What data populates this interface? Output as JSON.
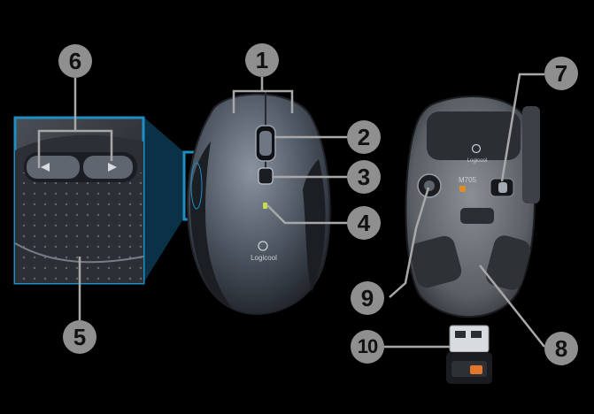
{
  "callouts": [
    {
      "id": "1",
      "label": "1"
    },
    {
      "id": "2",
      "label": "2"
    },
    {
      "id": "3",
      "label": "3"
    },
    {
      "id": "4",
      "label": "4"
    },
    {
      "id": "5",
      "label": "5"
    },
    {
      "id": "6",
      "label": "6"
    },
    {
      "id": "7",
      "label": "7"
    },
    {
      "id": "8",
      "label": "8"
    },
    {
      "id": "9",
      "label": "9"
    },
    {
      "id": "10",
      "label": "10"
    }
  ],
  "product": {
    "brand_top": "Logicool",
    "brand_bottom": "Logicool",
    "model": "M705"
  },
  "colors": {
    "background": "#000000",
    "callout_fill": "#8f8f8f",
    "leader_line": "#a8a8a8",
    "zoom_frame": "#1e8ec4",
    "mouse_body": "#3a3f47",
    "mouse_shell": "#5b6470"
  }
}
